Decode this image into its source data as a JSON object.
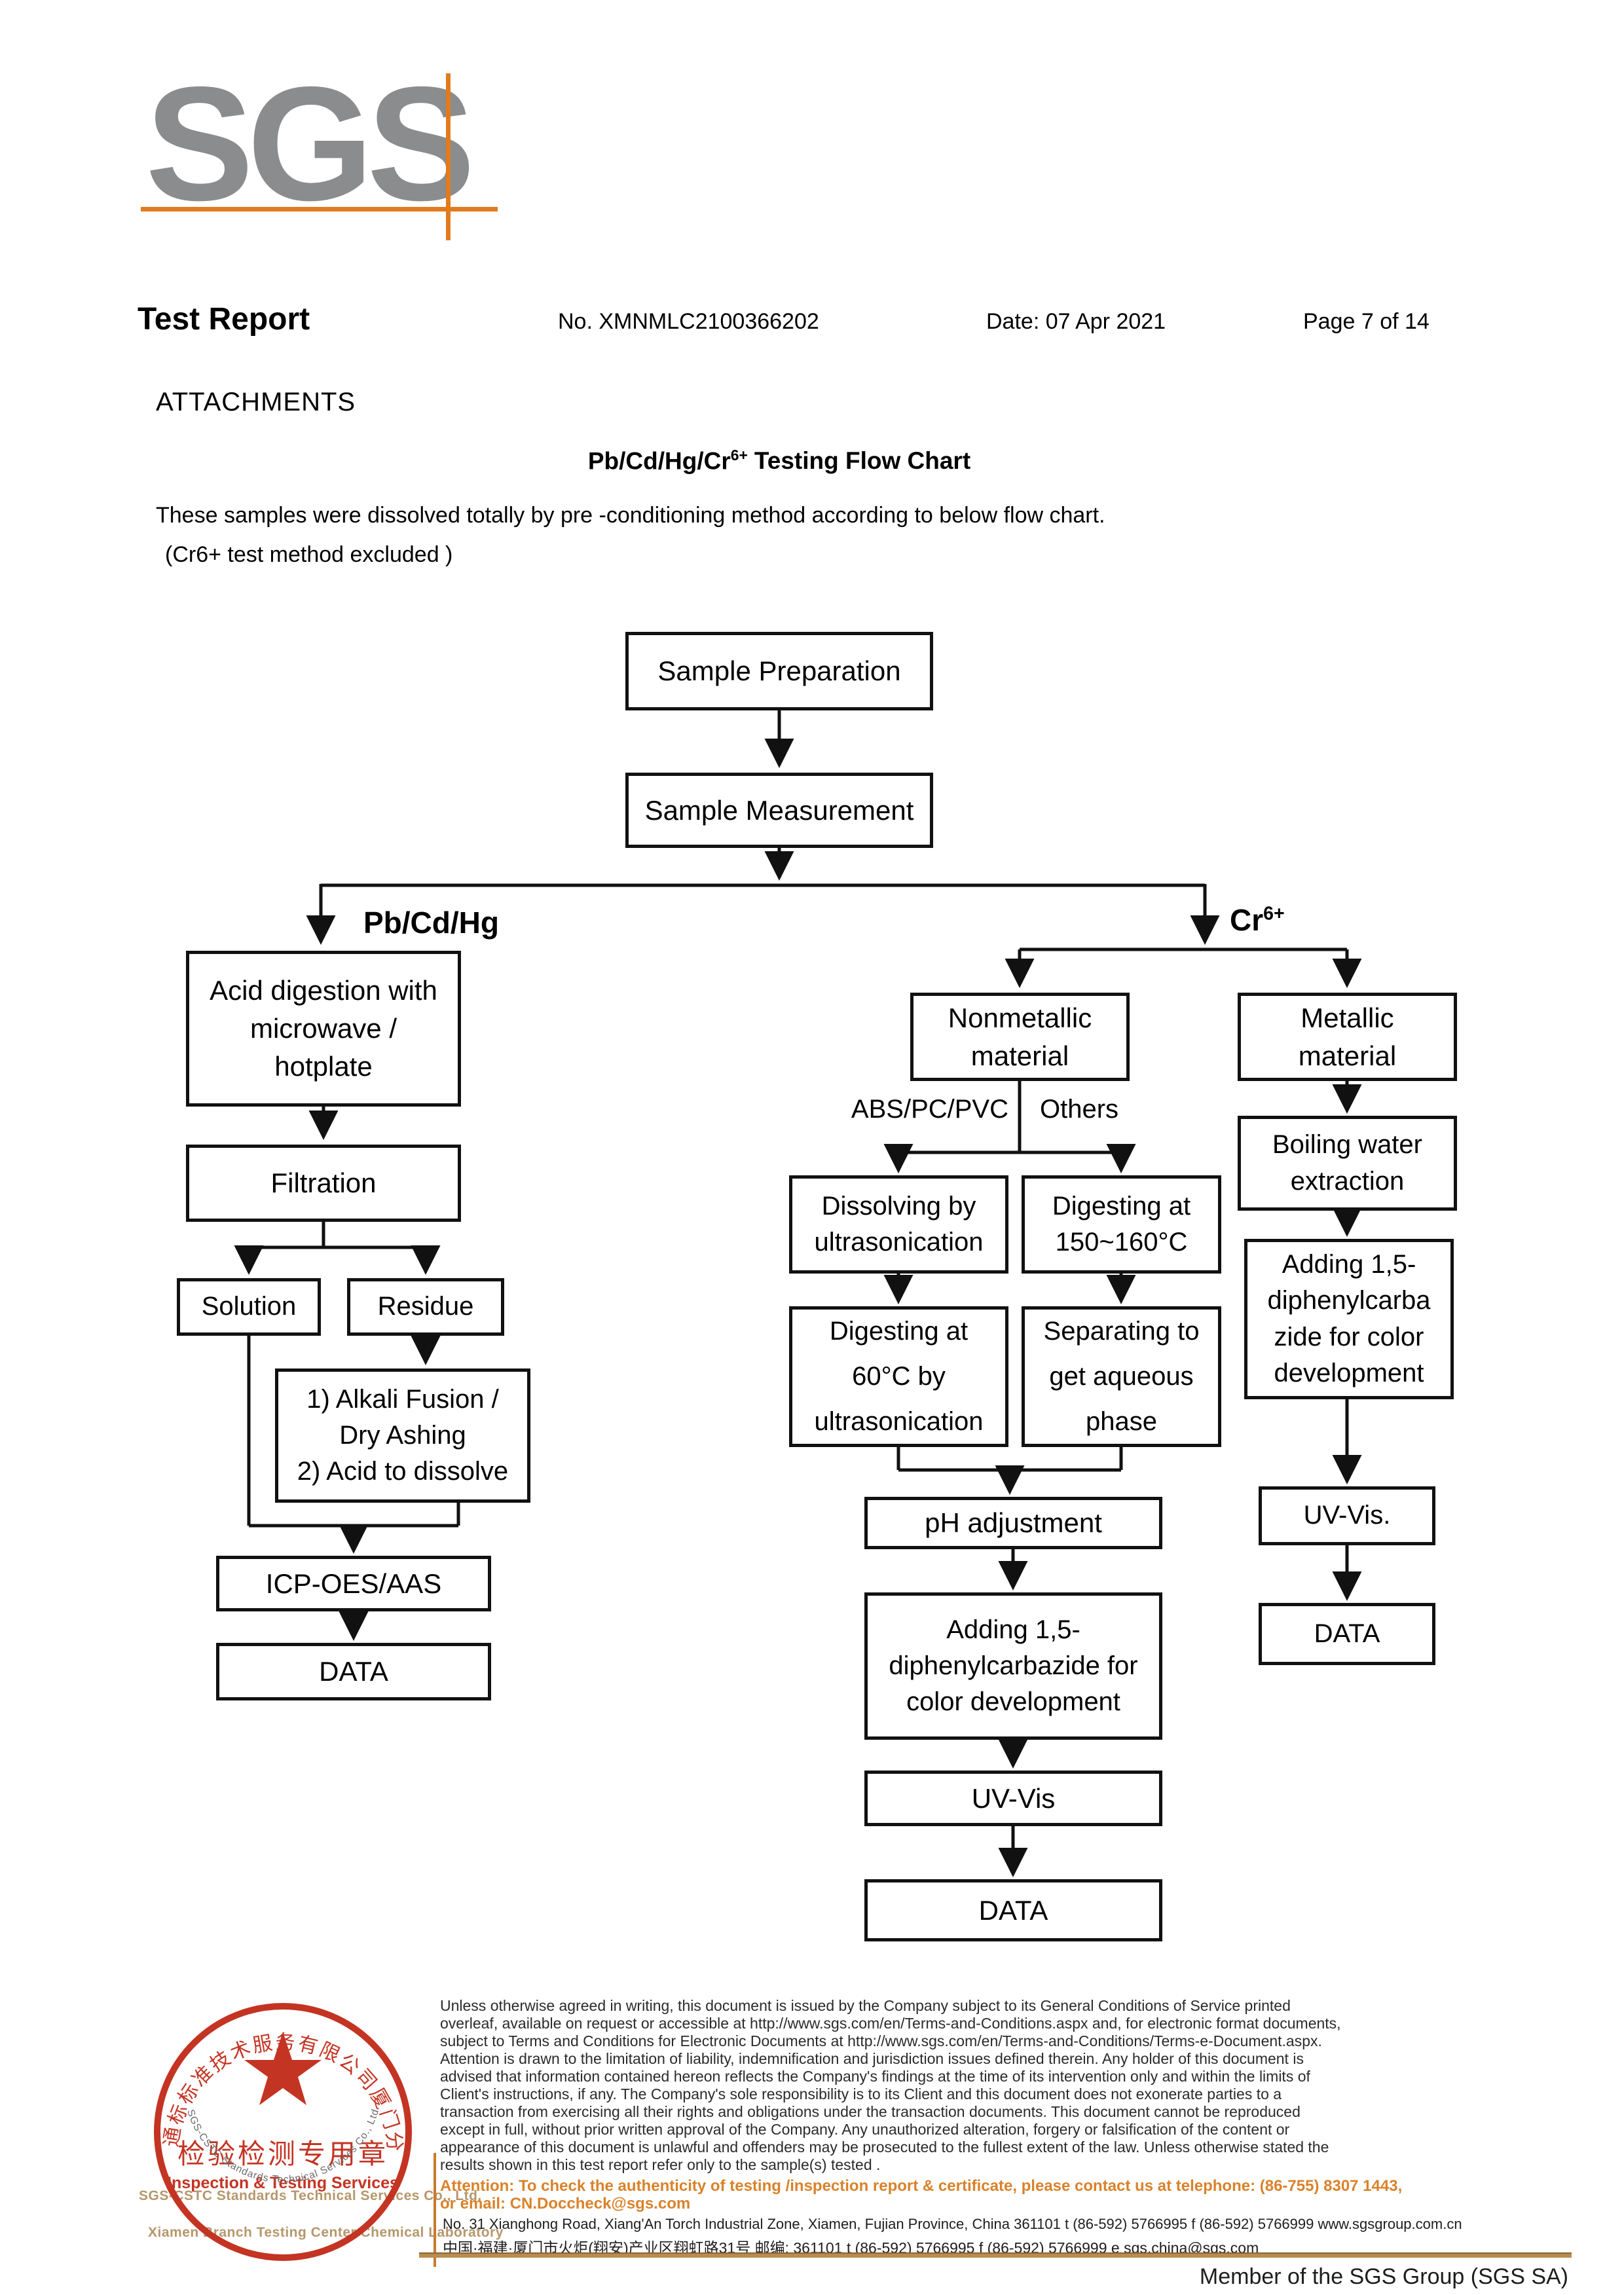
{
  "header": {
    "logo": "SGS",
    "title": "Test Report",
    "report_no": "No. XMNMLC2100366202",
    "date": "Date: 07 Apr 2021",
    "page_info": "Page 7 of 14",
    "section": "ATTACHMENTS"
  },
  "chart_title": {
    "base": "Pb/Cd/Hg/Cr",
    "sup": "6+",
    "rest": "Testing Flow Chart"
  },
  "intro": {
    "line1": "These samples were dissolved totally by pre -conditioning method according to below flow chart.",
    "line2": "(Cr6+ test method excluded )"
  },
  "flowchart": {
    "nodes": {
      "sample_prep": "Sample Preparation",
      "sample_meas": "Sample Measurement",
      "acid": "Acid digestion with\nmicrowave /\nhotplate",
      "filtration": "Filtration",
      "solution": "Solution",
      "residue": "Residue",
      "alkali": "1) Alkali Fusion /\nDry Ashing\n2) Acid to dissolve",
      "icp": "ICP-OES/AAS",
      "data_left": "DATA",
      "nonmetallic": "Nonmetallic\nmaterial",
      "metallic": "Metallic\nmaterial",
      "dissolving": "Dissolving by\nultrasonication",
      "digesting150": "Digesting at\n150~160°C",
      "digesting60": "Digesting at\n60°C by\nultrasonication",
      "separating": "Separating to\nget aqueous\nphase",
      "ph": "pH adjustment",
      "adding_center": "Adding 1,5-\ndiphenylcarbazide for\ncolor development",
      "uvvis_center": "UV-Vis",
      "data_center": "DATA",
      "boiling": "Boiling water\nextraction",
      "adding_right": "Adding 1,5-\ndiphenylcarba\nzide for color\ndevelopment",
      "uvvis_right": "UV-Vis.",
      "data_right": "DATA"
    },
    "edge_labels": {
      "pb": "Pb/Cd/Hg",
      "cr_base": "Cr",
      "cr_sup": "6+",
      "abs": "ABS/PC/PVC",
      "others": "Others"
    }
  },
  "stamp": {
    "arc_top": "通标标准技术服务有限公司厦门分公司",
    "center_cn": "检验检测专用章",
    "center_en": "Inspection & Testing Services",
    "arc_bottom": "SGS-CSTC Standards Technical Services Co., Ltd. Xiamen Branch",
    "company_line1": "SGS-CSTC Standards Technical Services Co., Ltd.",
    "company_line2": "Xiamen Branch Testing Center Chemical Laboratory"
  },
  "footer": {
    "legal_lines": [
      "Unless otherwise agreed in writing, this document is issued by the Company subject to its General Conditions of Service printed",
      "overleaf, available on request or accessible at http://www.sgs.com/en/Terms-and-Conditions.aspx and, for electronic format documents,",
      "subject to Terms and Conditions for Electronic Documents at http://www.sgs.com/en/Terms-and-Conditions/Terms-e-Document.aspx.",
      "Attention is drawn to the limitation of liability, indemnification and jurisdiction issues defined therein. Any holder of this document is",
      "advised that information contained hereon reflects the Company's findings at the time of its intervention only and within the limits of",
      "Client's instructions, if any. The Company's sole responsibility is to its Client and this document does not exonerate parties to a",
      "transaction from exercising all their rights and obligations under the transaction documents. This document cannot be reproduced",
      "except in full, without prior written approval of the Company. Any unauthorized alteration, forgery or falsification of the content or",
      "appearance of this document is unlawful and offenders may be prosecuted to the fullest extent of the law. Unless otherwise stated the",
      "results shown in this test report refer only to the sample(s) tested ."
    ],
    "attention_line1": "Attention: To check the authenticity of testing /inspection report & certificate, please contact us at telephone: (86-755) 8307 1443,",
    "attention_line2": "or email: CN.Doccheck@sgs.com",
    "address_en": "No. 31 Xianghong Road, Xiang'An Torch Industrial Zone, Xiamen, Fujian Province, China  361101   t (86-592) 5766995   f (86-592) 5766999   www.sgsgroup.com.cn",
    "address_cn": "中国·福建·厦门市火炬(翔安)产业区翔虹路31号        邮编: 361101   t (86-592) 5766995   f (86-592) 5766999   e  sgs.china@sgs.com",
    "member": "Member of the SGS Group (SGS SA)"
  },
  "colors": {
    "logo_gray": "#8A8C8E",
    "accent_orange": "#E07B1E",
    "stamp_red": "#C43423",
    "attention_orange": "#D9822B",
    "tan": "#B5976B",
    "rule_brown": "#B98C4F"
  }
}
